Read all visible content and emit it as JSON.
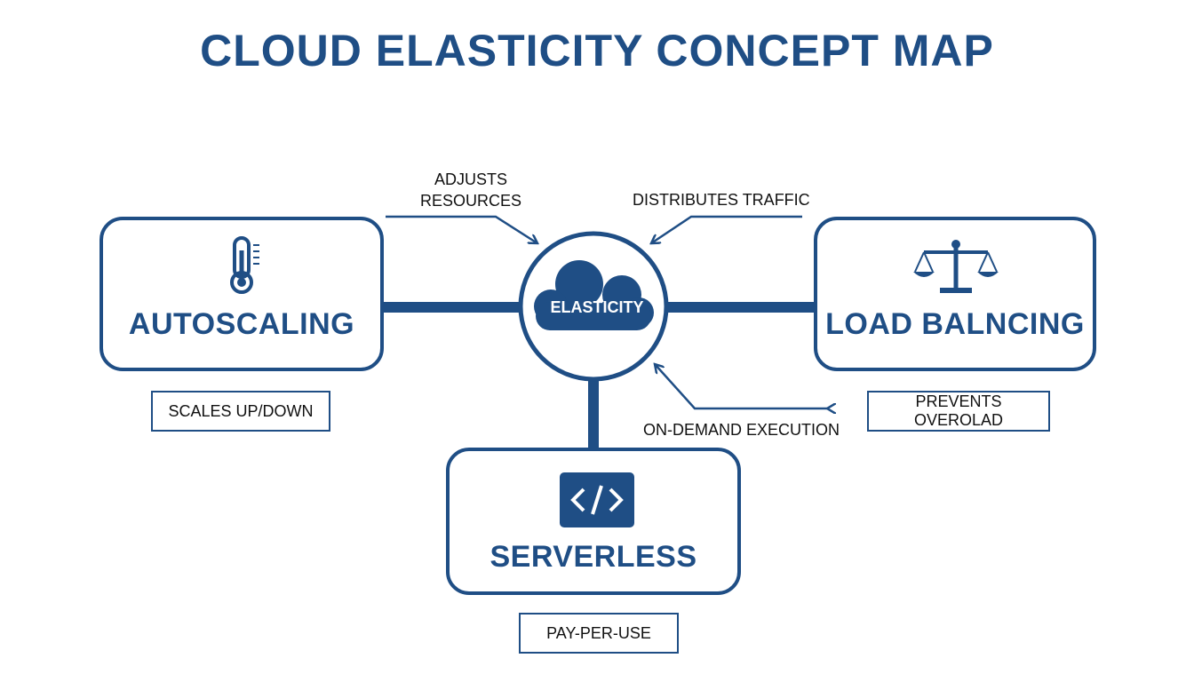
{
  "title": "CLOUD ELASTICITY CONCEPT MAP",
  "colors": {
    "primary": "#1f4e85",
    "text": "#111111",
    "background": "#ffffff"
  },
  "center": {
    "label": "ELASTICITY",
    "icon": "cloud-icon"
  },
  "nodes": {
    "autoscaling": {
      "label": "AUTOSCALING",
      "icon": "thermometer-icon",
      "note": "SCALES UP/DOWN"
    },
    "load_balancing": {
      "label": "LOAD BALNCING",
      "icon": "scales-icon",
      "note": "PREVENTS OVEROLAD"
    },
    "serverless": {
      "label": "SERVERLESS",
      "icon": "code-icon",
      "note": "PAY-PER-USE"
    }
  },
  "edges": {
    "adjusts_line1": "ADJUSTS",
    "adjusts_line2": "RESOURCES",
    "distributes": "DISTRIBUTES TRAFFIC",
    "on_demand": "ON-DEMAND EXECUTION"
  }
}
